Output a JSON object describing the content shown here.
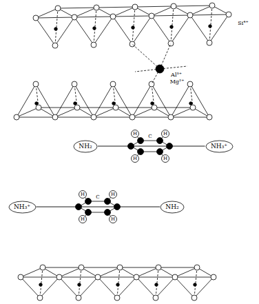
{
  "diagram": {
    "nodes": [
      {
        "text": [
          "NH₂"
        ]
      },
      {
        "text": [
          "NH₃⁺"
        ]
      },
      {
        "text": [
          "NH₃⁺"
        ]
      },
      {
        "text": [
          "NH₂"
        ]
      }
    ],
    "edges": [
      {
        "from": 0,
        "to": 1,
        "arrow": "none"
      },
      {
        "from": 2,
        "to": 3,
        "arrow": "none"
      }
    ],
    "labels": [
      "Si⁴⁺",
      "Al³⁺",
      "Mg²⁺",
      "C",
      "H",
      "H",
      "H",
      "H",
      "C",
      "H",
      "H",
      "H",
      "H"
    ]
  }
}
